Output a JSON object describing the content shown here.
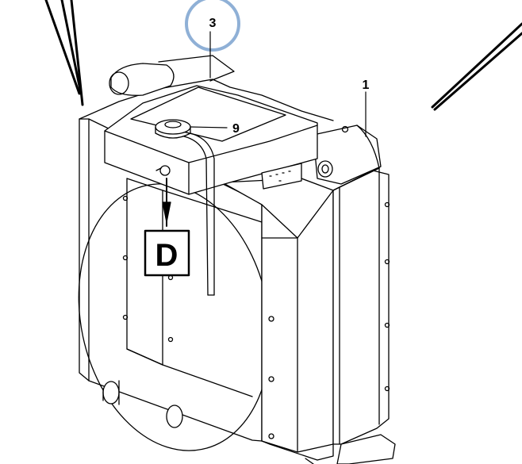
{
  "callouts": {
    "label_3": "3",
    "label_1": "1",
    "label_9": "9",
    "label_D": "D"
  },
  "colors": {
    "line": "#000000",
    "highlight_circle": "#8fb0d6",
    "background": "#ffffff"
  }
}
